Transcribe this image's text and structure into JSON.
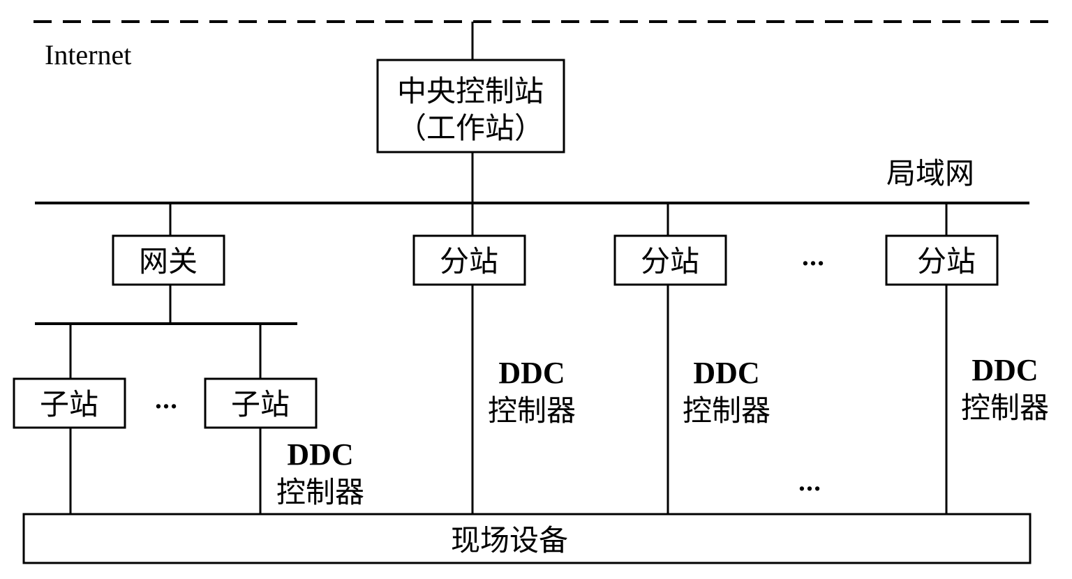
{
  "diagram": {
    "internet_label": "Internet",
    "lan_label": "局域网",
    "central_station": {
      "line1": "中央控制站",
      "line2": "（工作站）"
    },
    "gateway": "网关",
    "substations": [
      "子站",
      "子站"
    ],
    "branch_stations": [
      "分站",
      "分站",
      "分站"
    ],
    "ddc_controller": {
      "line1": "DDC",
      "line2": "控制器"
    },
    "ellipsis": "…",
    "field_equipment": "现场设备",
    "colors": {
      "line": "#000000",
      "background": "#ffffff"
    }
  }
}
